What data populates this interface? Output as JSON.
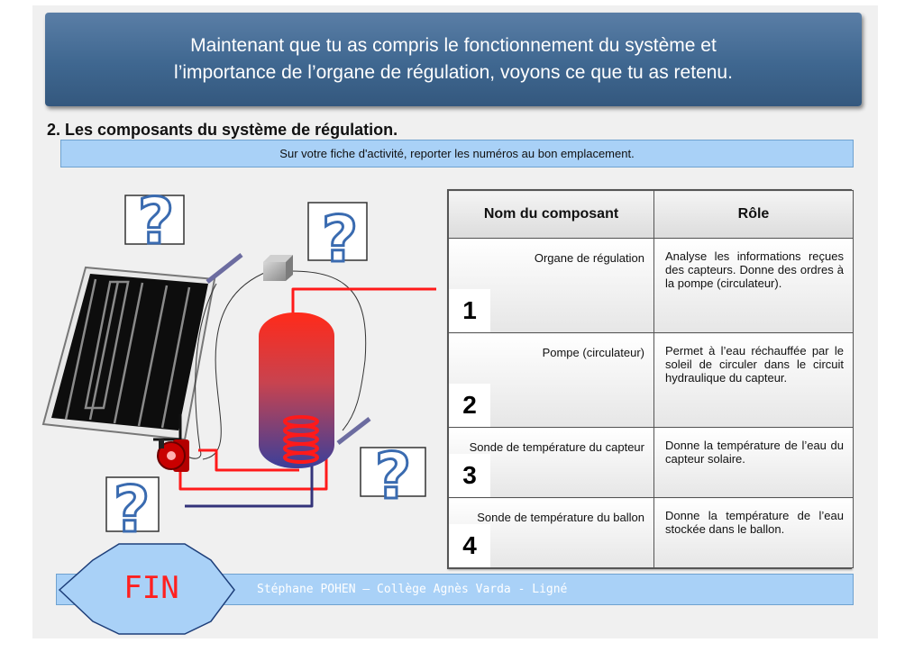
{
  "header": {
    "line1": "Maintenant que tu as compris le fonctionnement du système et",
    "line2": "l’importance de l’organe de régulation, voyons ce que tu as retenu."
  },
  "section_title": "2. Les composants du système de régulation.",
  "instruction": "Sur votre fiche d'activité, reporter les numéros au bon emplacement.",
  "table": {
    "col_component": "Nom du composant",
    "col_role": "Rôle",
    "rows": [
      {
        "number": "1",
        "component": "Organe de régulation",
        "role": "Analyse les informations reçues des capteurs. Donne des ordres à la pompe (circulateur)."
      },
      {
        "number": "2",
        "component": "Pompe (circulateur)",
        "role": "Permet à l’eau réchauffée par le soleil de circuler dans le circuit hydraulique du capteur."
      },
      {
        "number": "3",
        "component": "Sonde de température du capteur",
        "role": "Donne la température de l’eau du capteur solaire."
      },
      {
        "number": "4",
        "component": "Sonde de température du ballon",
        "role": "Donne la température de l’eau stockée dans le ballon."
      }
    ]
  },
  "unknown_marks": [
    "?",
    "?",
    "?",
    "?"
  ],
  "footer": {
    "credit": "Stéphane POHEN – Collège Agnès Varda - Ligné",
    "fin_label": "FIN"
  },
  "colors": {
    "banner": "#3f6790",
    "light_blue": "#a9d1f7",
    "hot_pipe": "#ff1a1a",
    "cold_pipe": "#33337a",
    "fin_text": "#ff2020"
  }
}
